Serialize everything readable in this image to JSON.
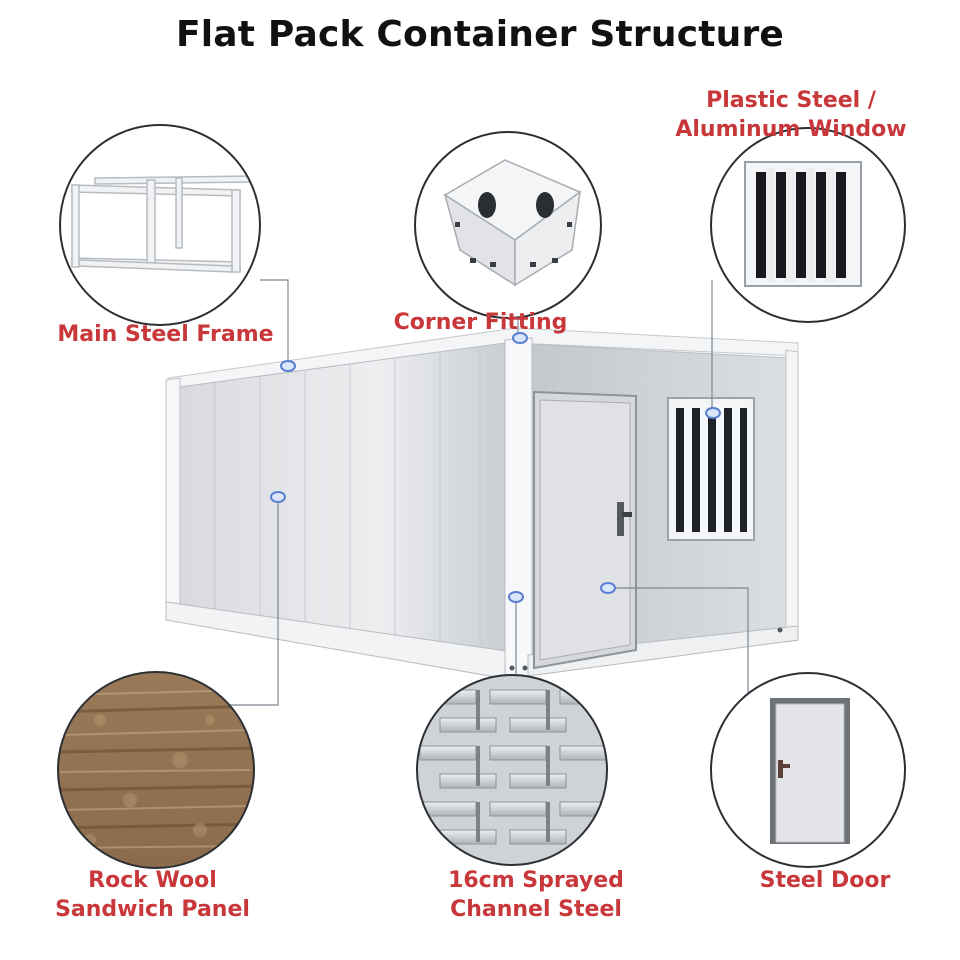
{
  "title": "Flat Pack Container Structure",
  "accent_color": "#c8373a",
  "pointer_color": "#5b7fd0",
  "components": {
    "main_steel_frame": "Main Steel Frame",
    "corner_fitting": "Corner Fitting",
    "window": [
      "Plastic Steel /",
      "Aluminum Window"
    ],
    "rock_wool": [
      "Rock Wool",
      "Sandwich Panel"
    ],
    "channel_steel": [
      "16cm Sprayed",
      "Channel Steel"
    ],
    "steel_door": "Steel Door"
  }
}
